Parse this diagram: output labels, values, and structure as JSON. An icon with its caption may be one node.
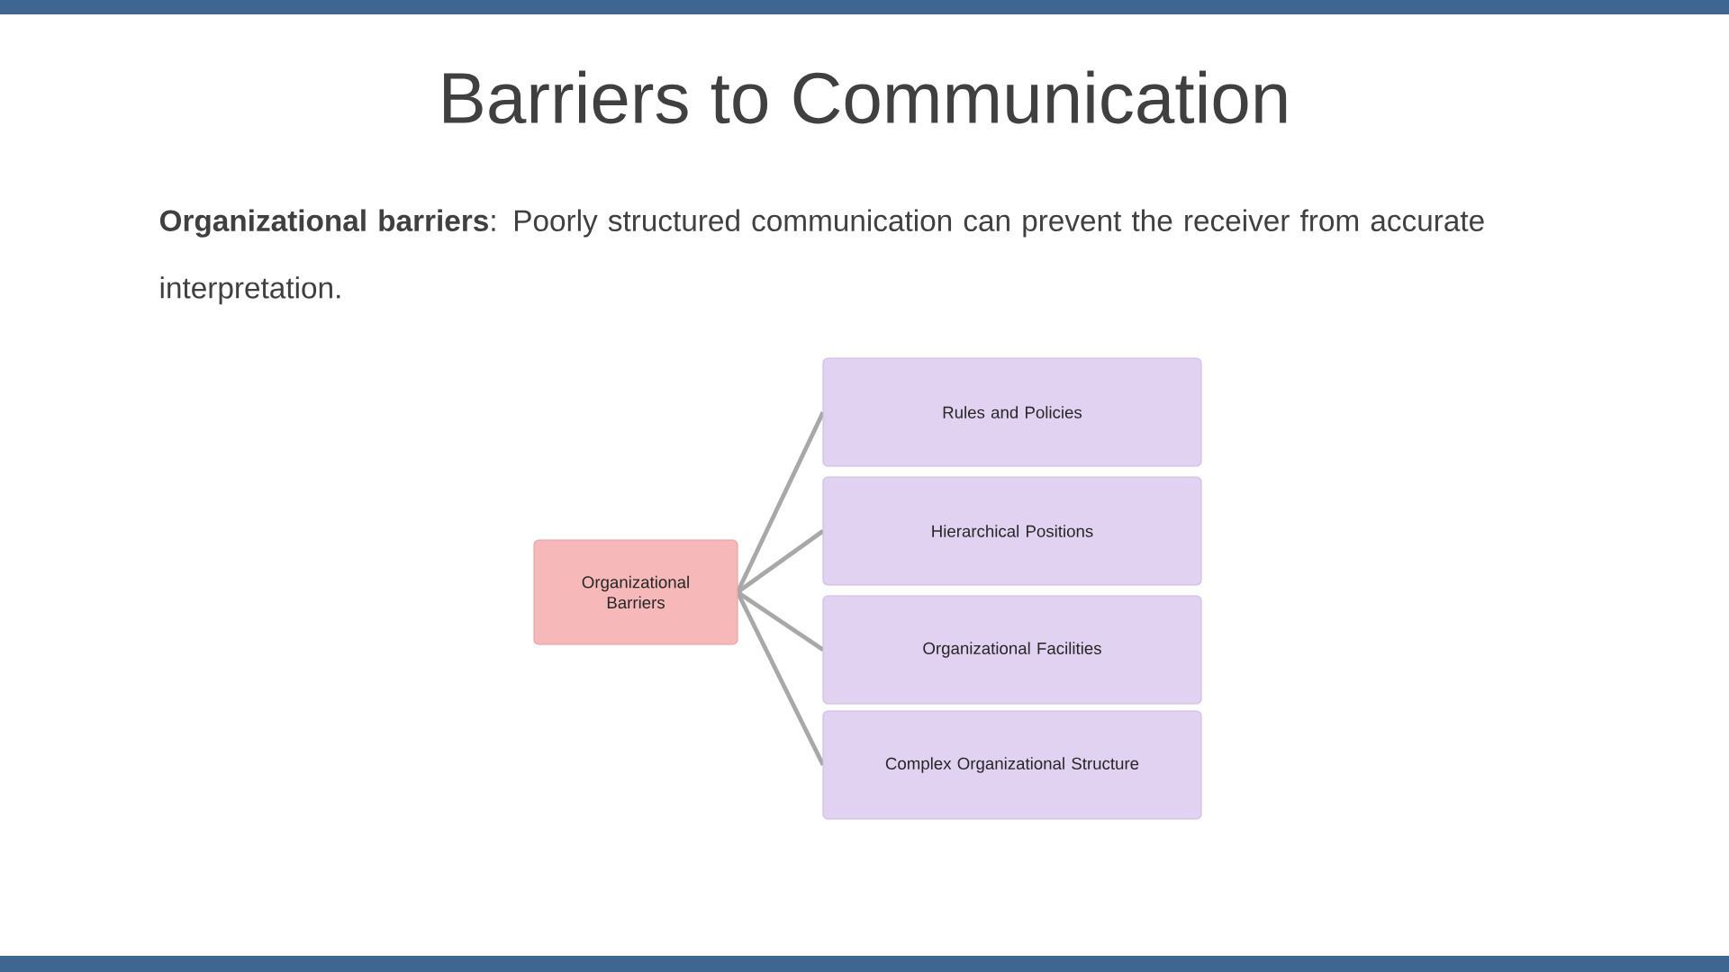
{
  "diagram": {
    "title": "Barriers to Communication",
    "nodes": [
      {
        "text": [
          "Organizational Barriers"
        ]
      },
      {
        "text": [
          "Rules and Policies"
        ]
      },
      {
        "text": [
          "Hierarchical Positions"
        ]
      },
      {
        "text": [
          "Organizational Facilities"
        ]
      },
      {
        "text": [
          "Complex Organizational Structure"
        ]
      }
    ],
    "edges": [
      {
        "from": 0,
        "to": 1,
        "arrow": "none"
      },
      {
        "from": 0,
        "to": 2,
        "arrow": "none"
      },
      {
        "from": 0,
        "to": 3,
        "arrow": "none"
      },
      {
        "from": 0,
        "to": 4,
        "arrow": "none"
      }
    ],
    "labels": [
      "**Organizational barriers**: Poorly structured communication can prevent the receiver from accurate interpretation."
    ]
  }
}
